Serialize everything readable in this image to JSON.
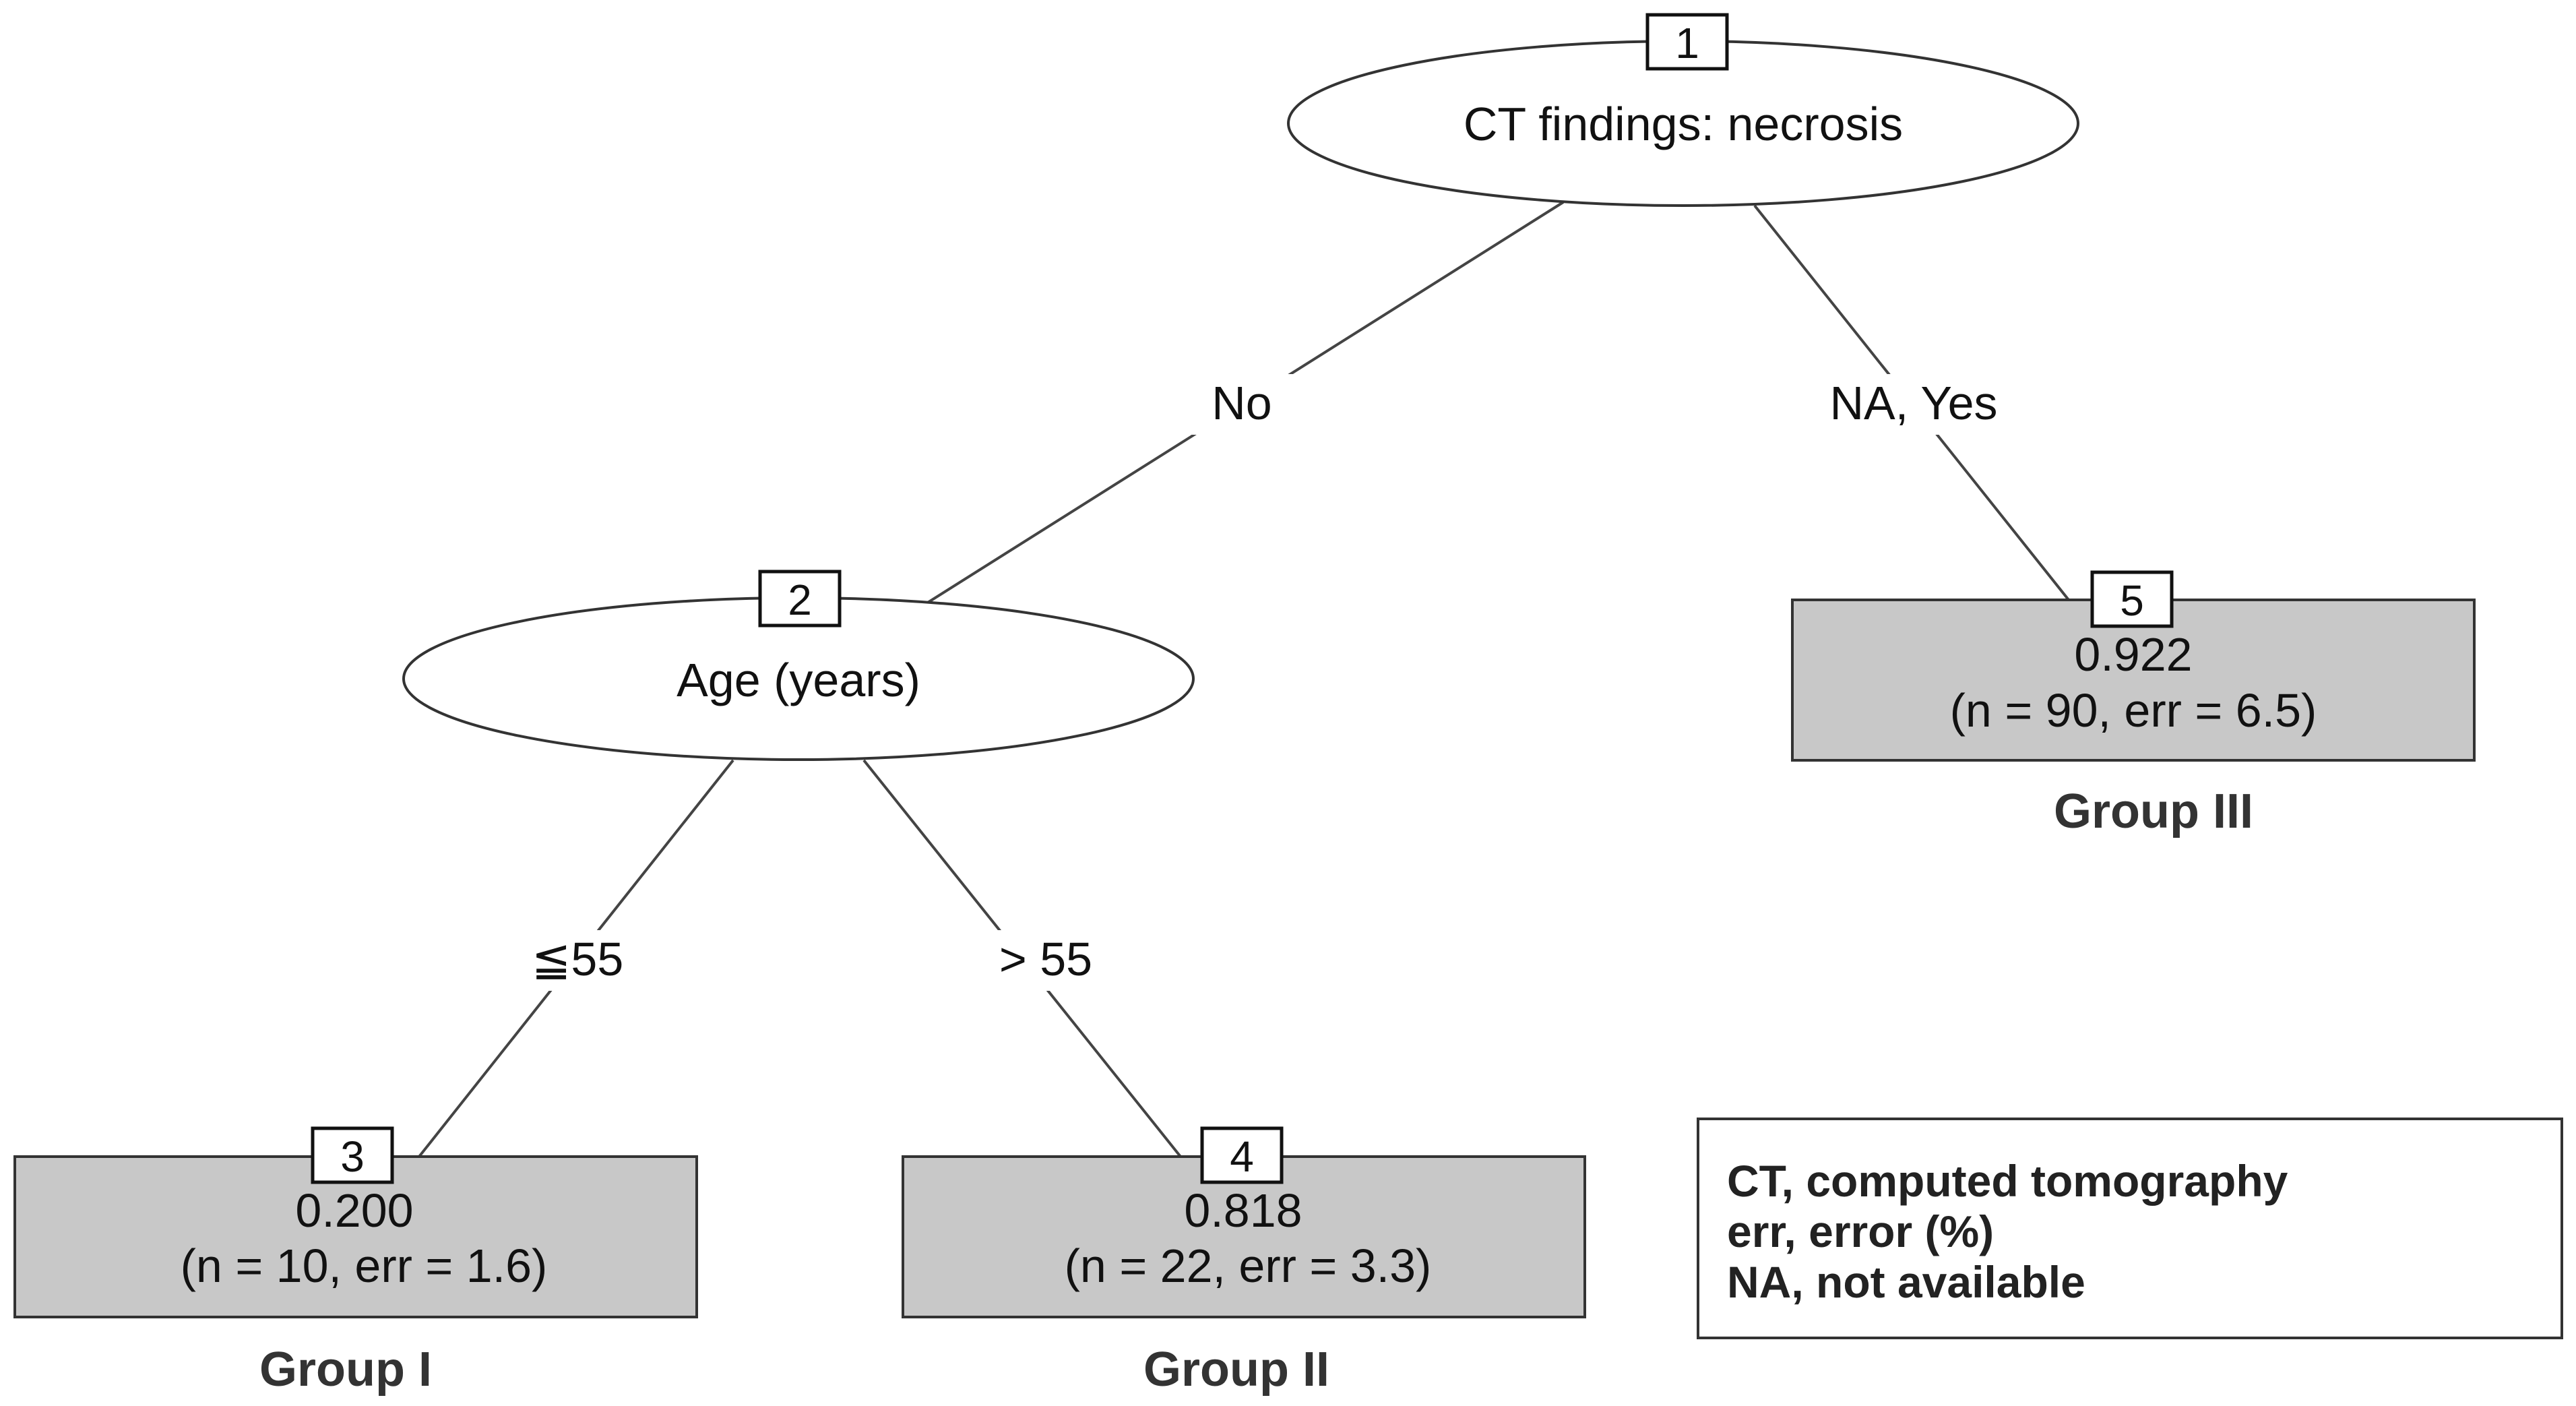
{
  "tree": {
    "root": {
      "id": "1",
      "label": "CT findings: necrosis"
    },
    "edge_root_left": "No",
    "edge_root_right": "NA, Yes",
    "node2": {
      "id": "2",
      "label": "Age (years)"
    },
    "edge_node2_left": "≦55",
    "edge_node2_right": "> 55",
    "leaf3": {
      "id": "3",
      "value": "0.200",
      "stats": "(n = 10, err = 1.6)",
      "group": "Group I"
    },
    "leaf4": {
      "id": "4",
      "value": "0.818",
      "stats": "(n = 22, err = 3.3)",
      "group": "Group II"
    },
    "leaf5": {
      "id": "5",
      "value": "0.922",
      "stats": "(n = 90, err = 6.5)",
      "group": "Group III"
    }
  },
  "legend": {
    "lines": [
      "CT, computed tomography",
      "err, error (%)",
      "NA, not available"
    ]
  }
}
